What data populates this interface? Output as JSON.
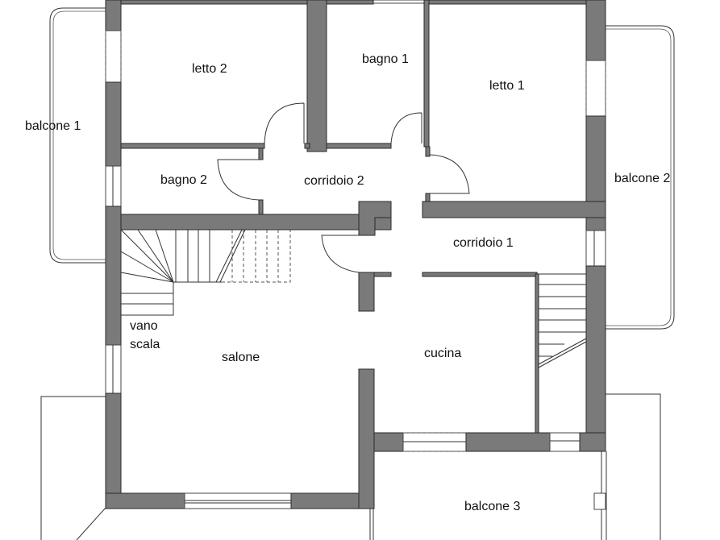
{
  "floorplan": {
    "colors": {
      "wall": "#7a7a7a",
      "outline": "#2a2a2a",
      "background": "#ffffff"
    },
    "rooms": [
      {
        "id": "letto2",
        "label": "letto 2"
      },
      {
        "id": "bagno1",
        "label": "bagno 1"
      },
      {
        "id": "letto1",
        "label": "letto 1"
      },
      {
        "id": "balcone1",
        "label": "balcone 1"
      },
      {
        "id": "bagno2",
        "label": "bagno 2"
      },
      {
        "id": "corridoio2",
        "label": "corridoio 2"
      },
      {
        "id": "balcone2",
        "label": "balcone 2"
      },
      {
        "id": "corridoio1",
        "label": "corridoio 1"
      },
      {
        "id": "vanoscala_1",
        "label": "vano"
      },
      {
        "id": "vanoscala_2",
        "label": "scala"
      },
      {
        "id": "salone",
        "label": "salone"
      },
      {
        "id": "cucina",
        "label": "cucina"
      },
      {
        "id": "balcone3",
        "label": "balcone 3"
      }
    ]
  }
}
